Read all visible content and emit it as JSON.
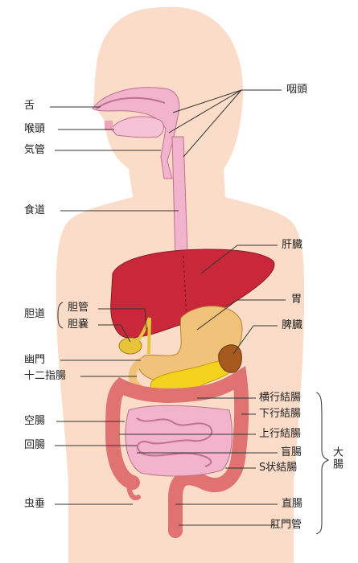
{
  "labels_left": {
    "tongue": "舌",
    "larynx": "喉頭",
    "trachea": "気管",
    "esophagus": "食道",
    "biliary_tract": "胆道",
    "bile_duct": "胆管",
    "gallbladder": "胆嚢",
    "pylorus": "幽門",
    "duodenum": "十二指腸",
    "jejunum": "空腸",
    "ileum": "回腸",
    "appendix": "虫垂"
  },
  "labels_right": {
    "pharynx": "咽頭",
    "liver": "肝臓",
    "stomach": "胃",
    "spleen": "脾臓",
    "transverse_colon": "横行結腸",
    "descending_colon": "下行結腸",
    "ascending_colon": "上行結腸",
    "cecum": "盲腸",
    "sigmoid_colon": "S状結腸",
    "rectum": "直腸",
    "anal_canal": "肛門管",
    "large_intestine": "大腸"
  },
  "colors": {
    "body": "#fbdcc8",
    "tract_pink": "#f2b4cc",
    "liver": "#c8283a",
    "stomach": "#f0c27a",
    "pancreas": "#f5d21e",
    "intestine": "#e07272",
    "spleen": "#a65a1e",
    "gallbladder": "#e8c43a",
    "line": "#333333"
  }
}
